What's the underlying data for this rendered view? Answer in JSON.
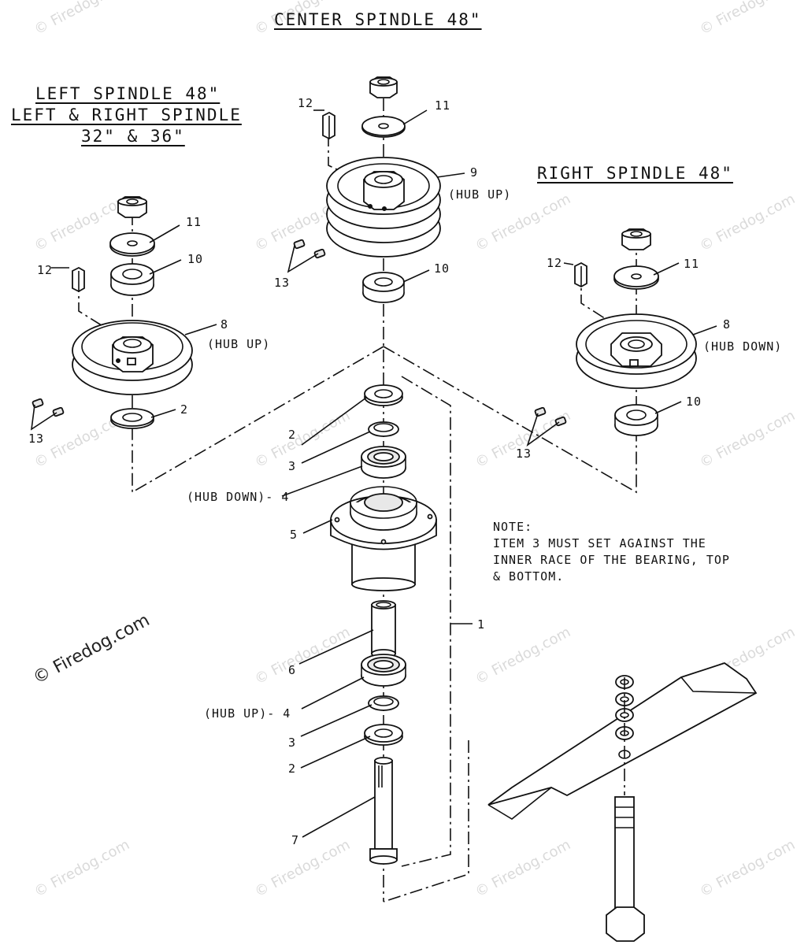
{
  "titles": {
    "center": "CENTER SPINDLE 48\"",
    "left_line1": "LEFT SPINDLE 48\"",
    "left_line2": "LEFT & RIGHT SPINDLE",
    "left_line3": "32\" & 36\"",
    "right": "RIGHT SPINDLE 48\""
  },
  "callouts": {
    "c12": "12",
    "c11": "11",
    "c9": "9",
    "c9_note": "(HUB UP)",
    "c13": "13",
    "c10": "10",
    "l11": "11",
    "l12": "12",
    "l10": "10",
    "l8": "8",
    "l8_note": "(HUB UP)",
    "l2": "2",
    "l13": "13",
    "r12": "12",
    "r11": "11",
    "r8": "8",
    "r8_note": "(HUB DOWN)",
    "r10": "10",
    "r13": "13",
    "s2a": "2",
    "s3a": "3",
    "s4a": "(HUB DOWN)- 4",
    "s5": "5",
    "s6": "6",
    "s4b": "(HUB UP)- 4",
    "s3b": "3",
    "s2b": "2",
    "s7": "7",
    "s1": "1"
  },
  "note": {
    "heading": "NOTE:",
    "line1": "ITEM 3 MUST SET AGAINST THE",
    "line2": "INNER RACE OF THE BEARING, TOP",
    "line3": "& BOTTOM."
  },
  "watermark": {
    "text": "© Firedog.com"
  }
}
